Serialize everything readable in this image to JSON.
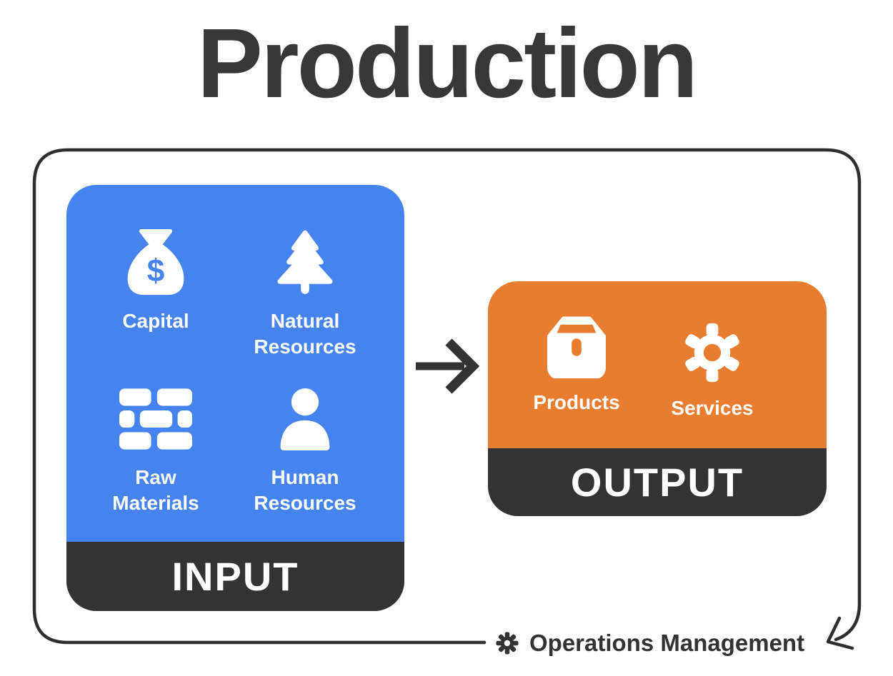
{
  "title": "Production",
  "colors": {
    "blue": "#4584EE",
    "orange": "#E87C2F",
    "dark": "#333333",
    "text_dark": "#383838"
  },
  "input_box": {
    "footer_label": "INPUT",
    "money_symbol": "$",
    "items": [
      {
        "icon": "money-bag-icon",
        "label": "Capital"
      },
      {
        "icon": "pine-tree-icon",
        "label": "Natural Resources"
      },
      {
        "icon": "bricks-icon",
        "label": "Raw Materials"
      },
      {
        "icon": "person-icon",
        "label": "Human Resources"
      }
    ]
  },
  "output_box": {
    "footer_label": "OUTPUT",
    "items": [
      {
        "icon": "package-box-icon",
        "label": "Products"
      },
      {
        "icon": "gear-icon",
        "label": "Services"
      }
    ]
  },
  "operations": {
    "icon": "gear-icon",
    "label": "Operations Management"
  }
}
